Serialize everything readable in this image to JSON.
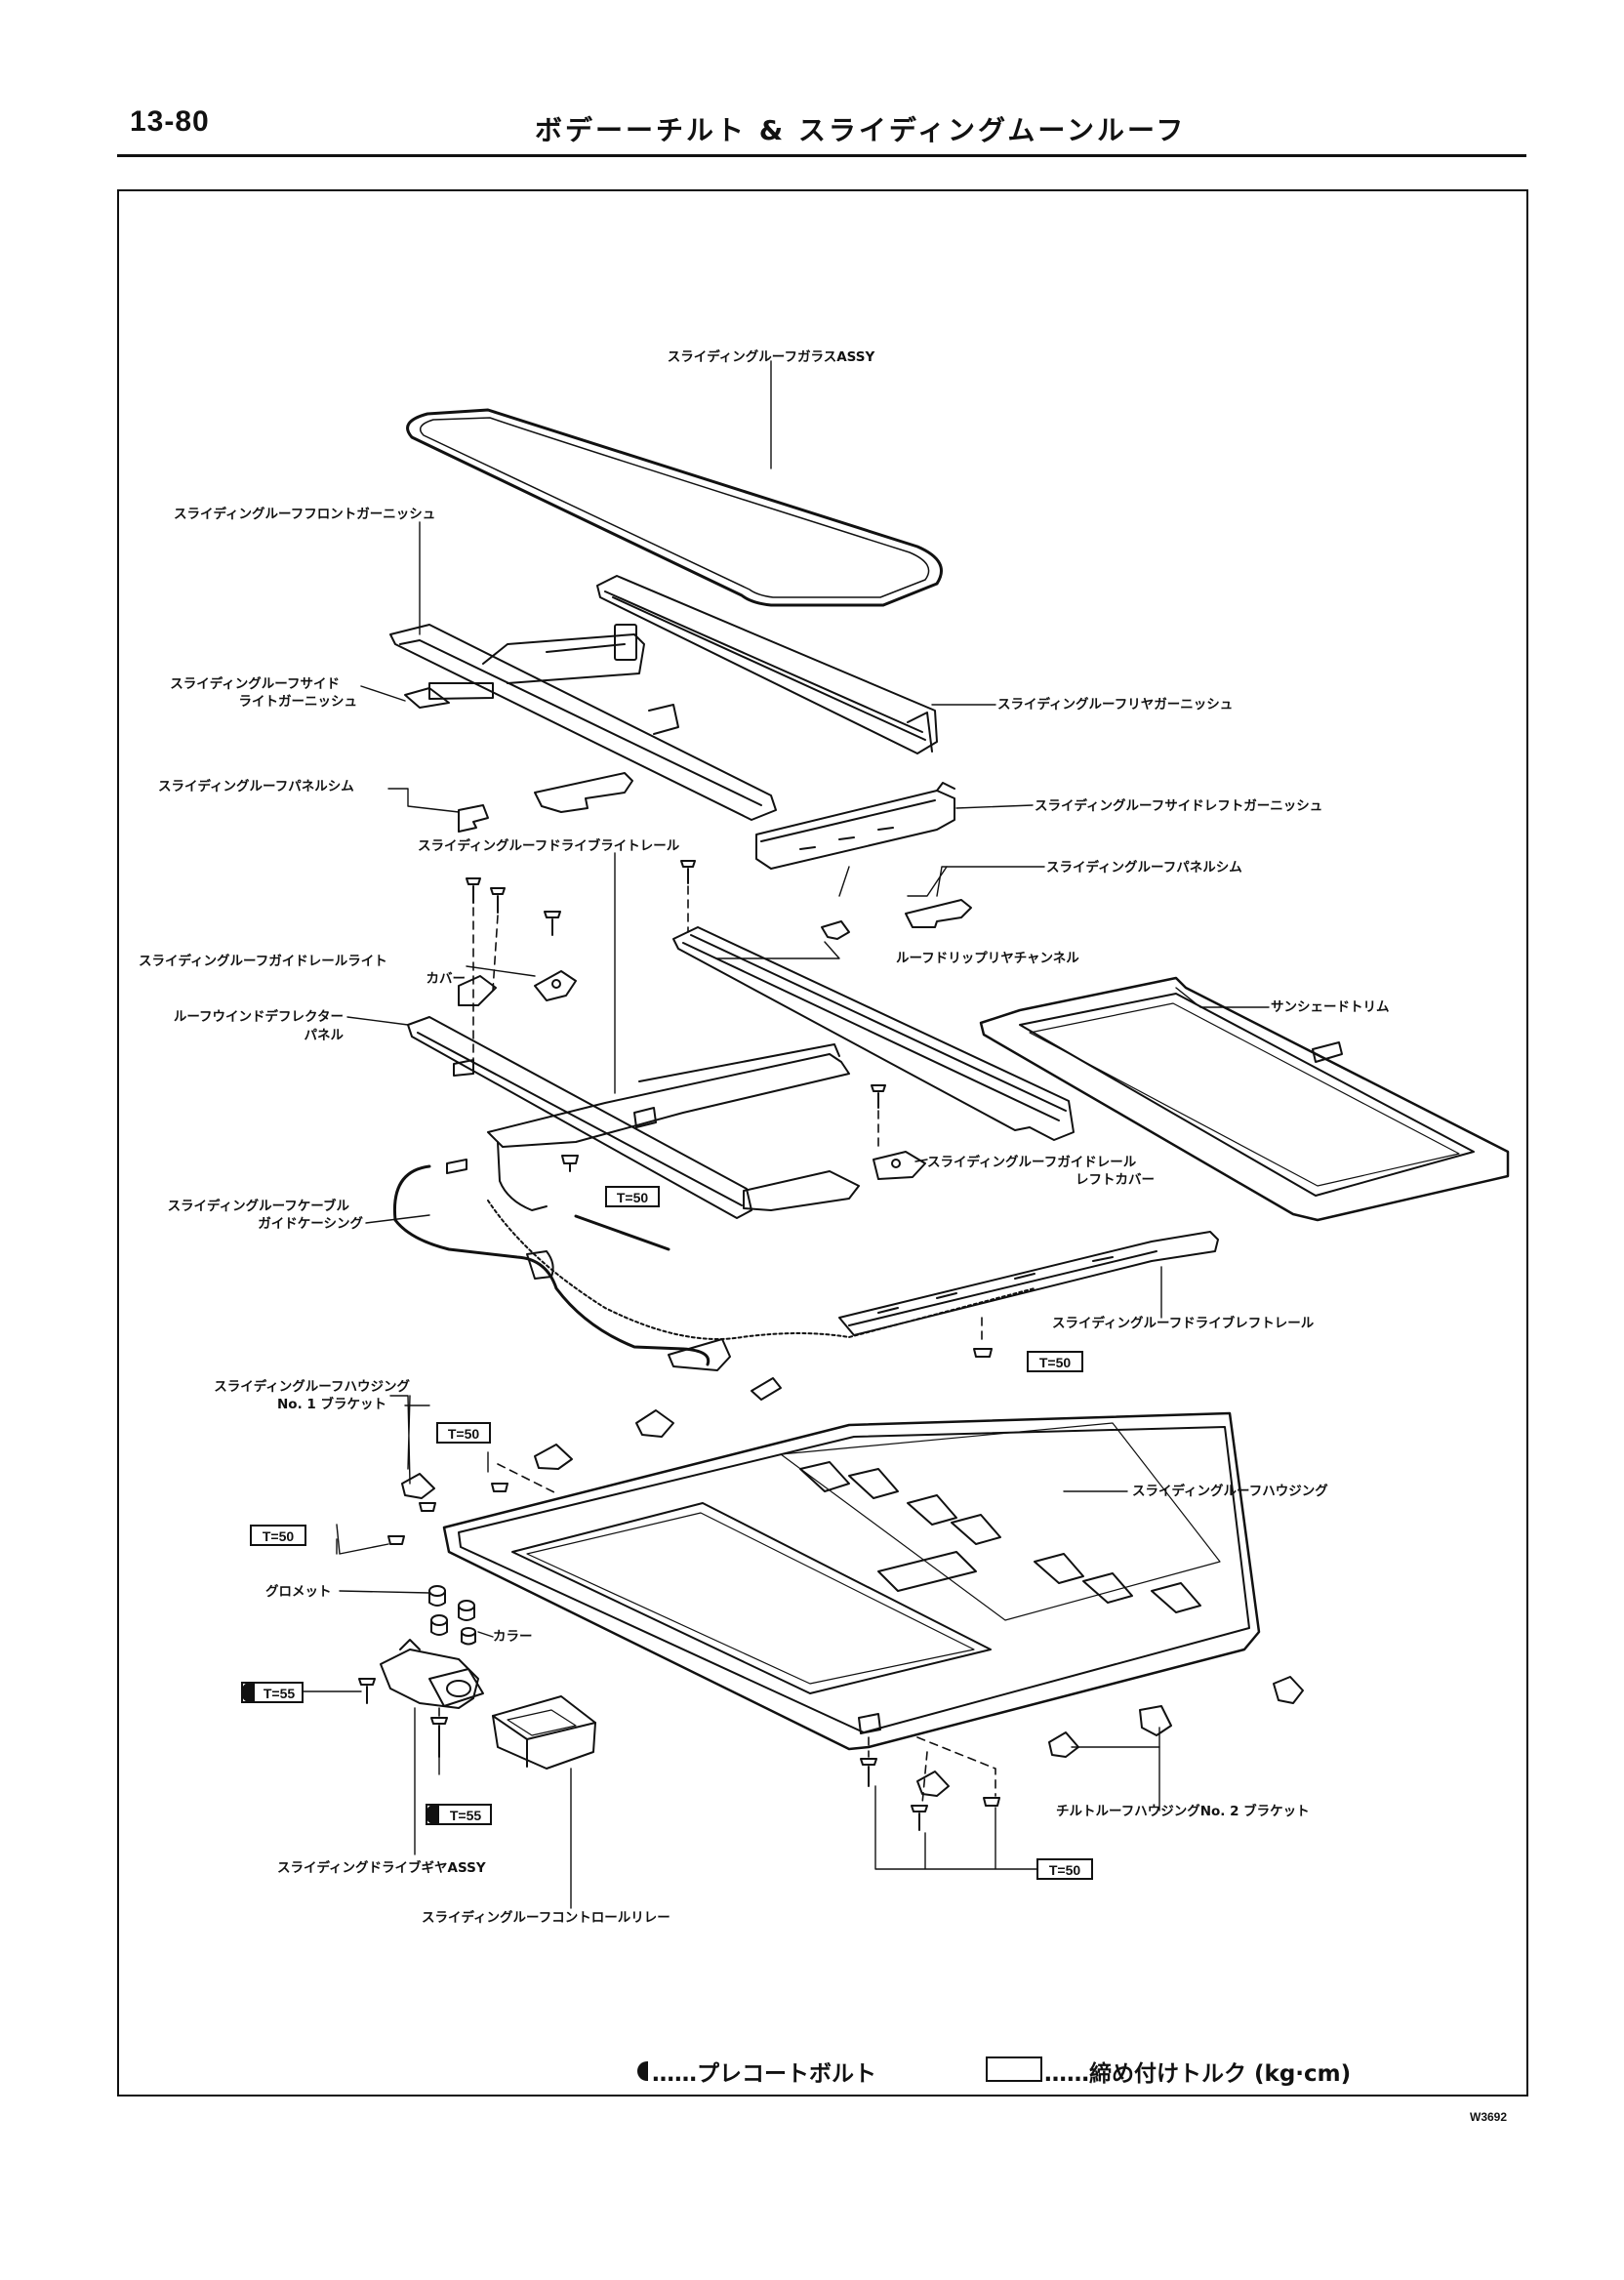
{
  "header": {
    "page_number": "13-80",
    "title": "ボデーーチルト & スライディングムーンルーフ"
  },
  "callouts": {
    "glass_assy": "スライディングルーフガラスASSY",
    "front_garnish": "スライディングルーフフロントガーニッシュ",
    "side_right_garnish_1": "スライディングルーフサイド",
    "side_right_garnish_2": "ライトガーニッシュ",
    "rear_garnish": "スライディングルーフリヤガーニッシュ",
    "panel_shim_left": "スライディングルーフパネルシム",
    "side_left_garnish": "スライディングルーフサイドレフトガーニッシュ",
    "drive_right_rail": "スライディングルーフドライブライトレール",
    "panel_shim_right": "スライディングルーフパネルシム",
    "guide_rail_right_cover_1": "スライディングルーフガイドレールライト",
    "guide_rail_right_cover_2": "カバー",
    "drip_rear_channel": "ルーフドリップリヤチャンネル",
    "deflector_panel_1": "ルーフウインドデフレクター",
    "deflector_panel_2": "パネル",
    "sunshade_trim": "サンシェードトリム",
    "guide_rail_left_cover_1": "スライディングルーフガイドレール",
    "guide_rail_left_cover_2": "レフトカバー",
    "cable_guide_casing_1": "スライディングルーフケーブル",
    "cable_guide_casing_2": "ガイドケーシング",
    "drive_left_rail": "スライディングルーフドライブレフトレール",
    "housing_bracket_no1_1": "スライディングルーフハウジング",
    "housing_bracket_no1_2": "No. 1 ブラケット",
    "housing": "スライディングルーフハウジング",
    "grommet": "グロメット",
    "collar": "カラー",
    "tilt_bracket_no2": "チルトルーフハウジングNo. 2 ブラケット",
    "drive_gear_assy": "スライディングドライブギヤASSY",
    "control_relay": "スライディングルーフコントロールリレー"
  },
  "torque": {
    "t50_a": "T=50",
    "t50_b": "T=50",
    "t50_c": "T=50",
    "t50_d": "T=50",
    "t50_e": "T=50",
    "t55_a": "T=55",
    "t55_b": "T=55"
  },
  "legend": {
    "precoat": "……プレコートボルト",
    "torque": "……締め付けトルク (kg·cm)"
  },
  "figure_code": "W3692"
}
